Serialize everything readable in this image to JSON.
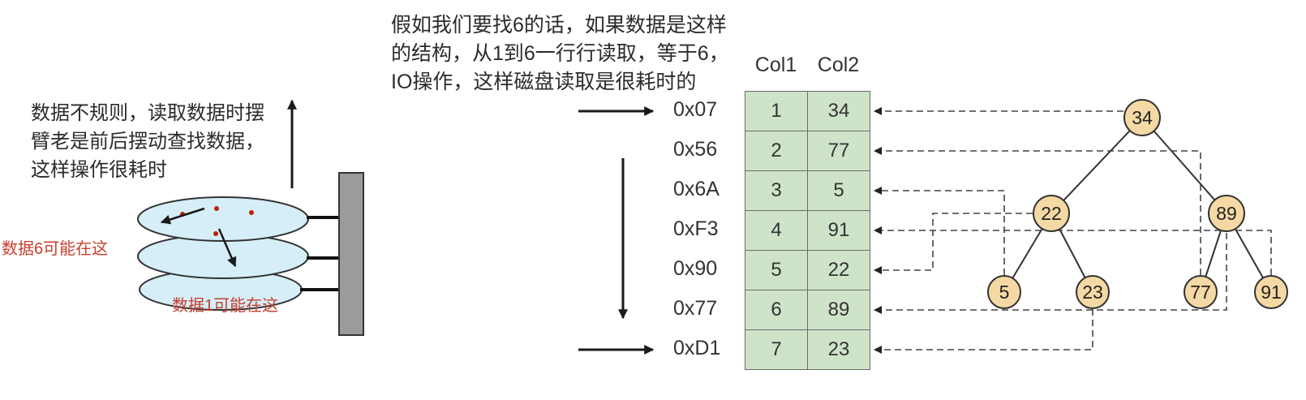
{
  "left_panel": {
    "note": "数据不规则，读取数据时摆\n臂老是前后摆动查找数据，\n这样操作很耗时",
    "label_data6": "数据6可能在这",
    "label_data1": "数据1可能在这"
  },
  "middle_panel": {
    "note": "假如我们要找6的话，如果数据是这样\n的结构，从1到6一行行读取，等于6，\nIO操作，这样磁盘读取是很耗时的",
    "addresses": [
      "0x07",
      "0x56",
      "0x6A",
      "0xF3",
      "0x90",
      "0x77",
      "0xD1"
    ]
  },
  "table": {
    "headers": [
      "Col1",
      "Col2"
    ],
    "rows": [
      [
        "1",
        "34"
      ],
      [
        "2",
        "77"
      ],
      [
        "3",
        "5"
      ],
      [
        "4",
        "91"
      ],
      [
        "5",
        "22"
      ],
      [
        "6",
        "89"
      ],
      [
        "7",
        "23"
      ]
    ]
  },
  "tree": {
    "nodes": [
      "34",
      "22",
      "89",
      "5",
      "23",
      "77",
      "91"
    ]
  },
  "colors": {
    "red_label": "#c6402e",
    "table_cell_fill": "#cfe3c9",
    "tree_node_fill": "#f5d9a4",
    "disk_fill": "#d5eef8",
    "actuator_fill": "#9b9b9b",
    "line": "#222222"
  }
}
